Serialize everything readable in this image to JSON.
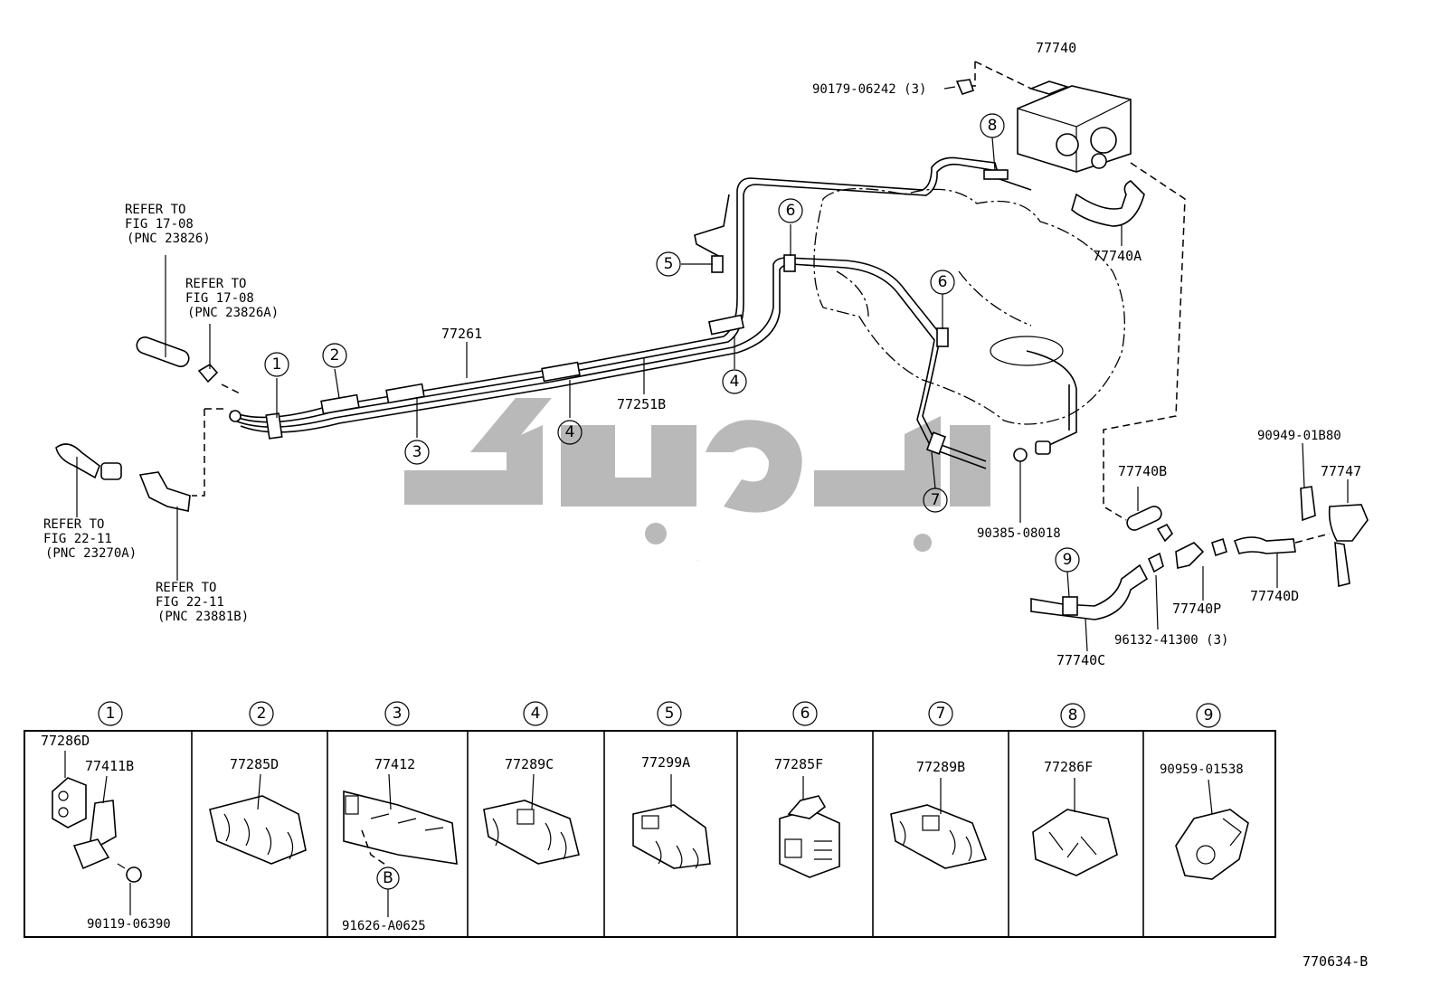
{
  "drawing_code": "770634-B",
  "watermark_text": "قطعه‌یار",
  "labels": {
    "canister": "77740",
    "bolt_top": "90179-06242 (3)",
    "hose_a": "77740A",
    "refer_1a": "REFER TO",
    "refer_1b": "FIG 17-08",
    "refer_1c": "(PNC 23826)",
    "refer_2a": "REFER TO",
    "refer_2b": "FIG 17-08",
    "refer_2c": "(PNC 23826A)",
    "refer_3a": "REFER TO",
    "refer_3b": "FIG 22-11",
    "refer_3c": "(PNC 23270A)",
    "refer_4a": "REFER TO",
    "refer_4b": "FIG 22-11",
    "refer_4c": "(PNC 23881B)",
    "tube_upper": "77261",
    "tube_lower": "77251B",
    "gasket": "90385-08018",
    "hose_b": "77740B",
    "hose_c": "77740C",
    "hose_p": "77740P",
    "hose_d": "77740D",
    "bracket_top": "90949-01B80",
    "vsv": "77747",
    "clip_bottom": "96132-41300 (3)"
  },
  "callouts": [
    "1",
    "2",
    "3",
    "4",
    "5",
    "6",
    "7",
    "8",
    "9"
  ],
  "panels": [
    {
      "number": "1",
      "parts": [
        "77286D",
        "77411B"
      ],
      "extra": "90119-06390"
    },
    {
      "number": "2",
      "parts": [
        "77285D"
      ],
      "extra": ""
    },
    {
      "number": "3",
      "parts": [
        "77412"
      ],
      "extra": "91626-A0625",
      "sub": "B"
    },
    {
      "number": "4",
      "parts": [
        "77289C"
      ],
      "extra": ""
    },
    {
      "number": "5",
      "parts": [
        "77299A"
      ],
      "extra": ""
    },
    {
      "number": "6",
      "parts": [
        "77285F"
      ],
      "extra": ""
    },
    {
      "number": "7",
      "parts": [
        "77289B"
      ],
      "extra": ""
    },
    {
      "number": "8",
      "parts": [
        "77286F"
      ],
      "extra": ""
    },
    {
      "number": "9",
      "parts": [
        "90959-01538"
      ],
      "extra": ""
    }
  ]
}
